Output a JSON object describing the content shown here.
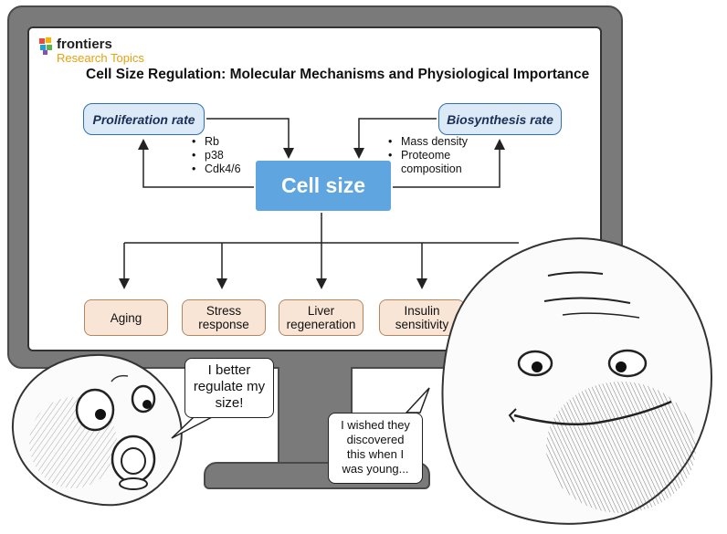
{
  "logo": {
    "icon": "frontiers-logo-icon",
    "brand": "frontiers",
    "subtitle": "Research Topics"
  },
  "title": "Cell Size Regulation: Molecular Mechanisms and Physiological Importance",
  "proliferation_label": "Proliferation rate",
  "biosynthesis_label": "Biosynthesis rate",
  "center_label": "Cell size",
  "left_factors": [
    "Rb",
    "p38",
    "Cdk4/6"
  ],
  "right_factors": [
    "Mass density",
    "Proteome",
    "composition"
  ],
  "outcomes": [
    {
      "line1": "Aging",
      "line2": ""
    },
    {
      "line1": "Stress",
      "line2": "response"
    },
    {
      "line1": "Liver",
      "line2": "regeneration"
    },
    {
      "line1": "Insulin",
      "line2": "sensitivity"
    }
  ],
  "baby_speech": [
    "I better",
    "regulate my",
    "size!"
  ],
  "old_speech": [
    "I wished they",
    "discovered",
    "this when I",
    "was young..."
  ],
  "colors": {
    "accent_blue": "#5fa5e0",
    "pill_fill": "#dce9f7",
    "outcome_fill": "#f8e5d6",
    "monitor": "#7a7a7a",
    "logo_text": "#e8a00c"
  }
}
